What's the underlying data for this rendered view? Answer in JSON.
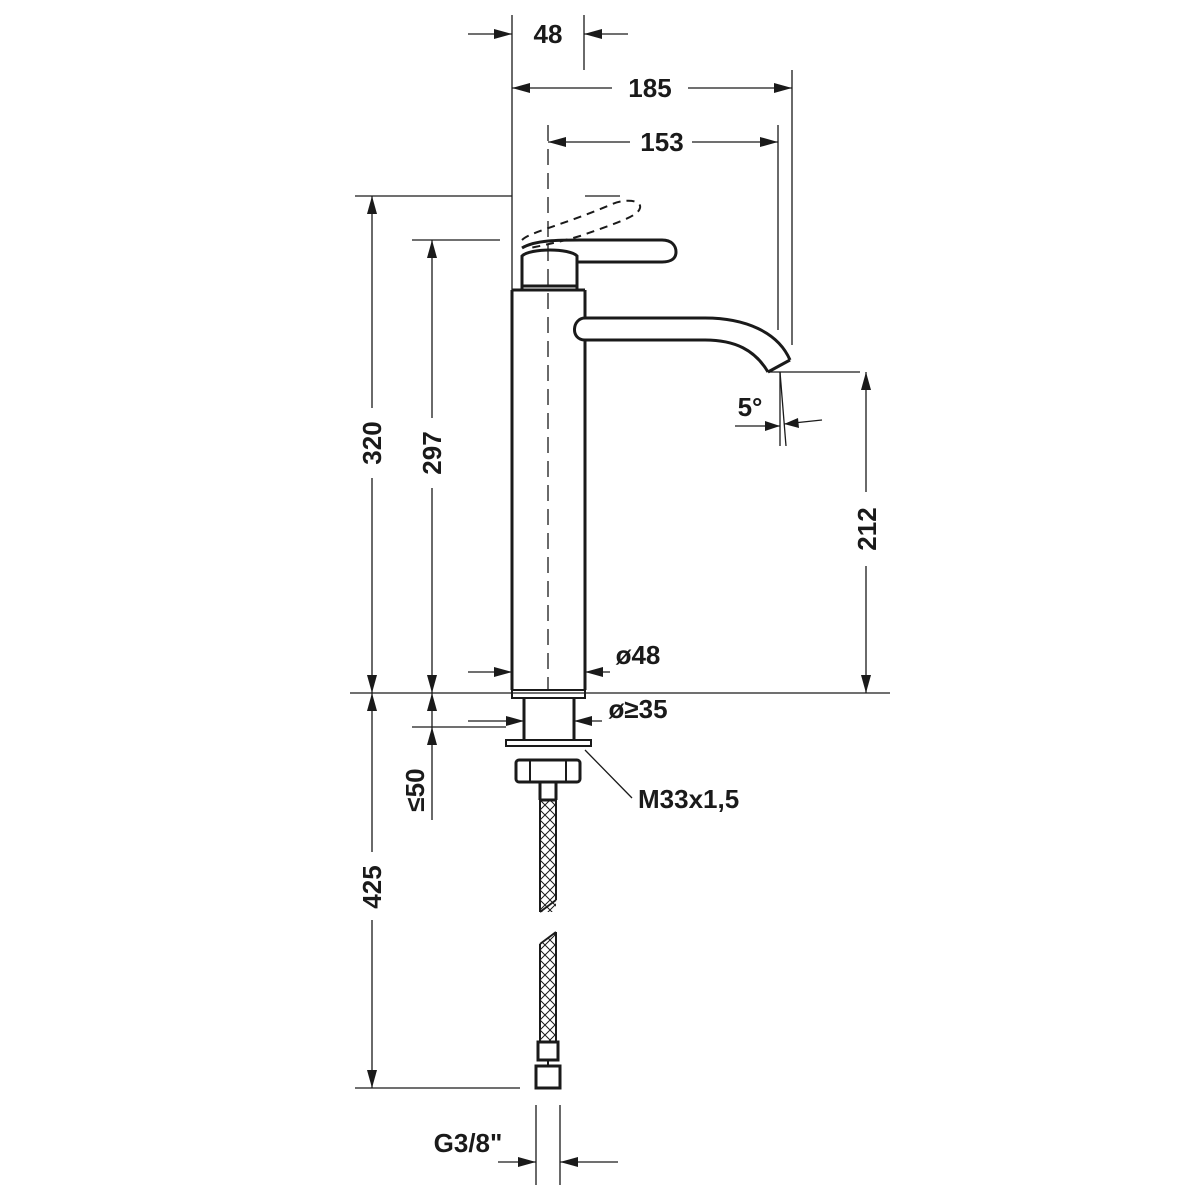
{
  "drawing": {
    "dimensions": {
      "body_width": "48",
      "overall_reach": "185",
      "spout_reach": "153",
      "overall_height": "320",
      "body_height": "297",
      "outlet_height": "212",
      "spout_angle": "5°",
      "body_diameter": "ø48",
      "hole_diameter": "ø≥35",
      "deck_thickness": "≤50",
      "hose_length": "425",
      "thread": "M33x1,5",
      "connection": "G3/8\""
    },
    "colors": {
      "line": "#1a1a1a",
      "background": "#ffffff"
    }
  }
}
